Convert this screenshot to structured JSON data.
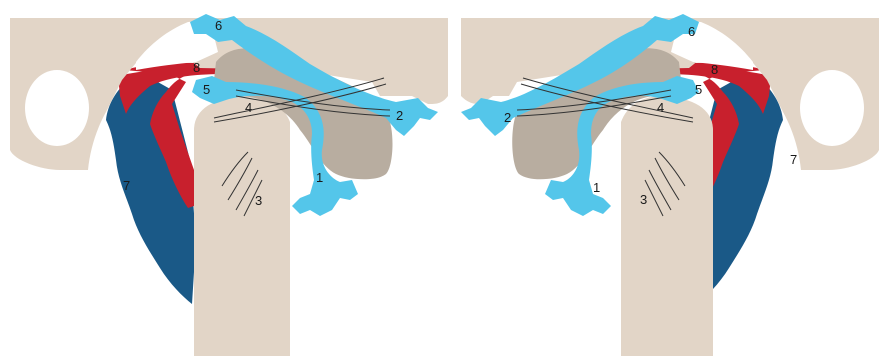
{
  "diagram": {
    "labels": {
      "l1": "1",
      "l2": "2",
      "l3": "3",
      "l4": "4",
      "l5": "5",
      "l6": "6",
      "l7": "7",
      "l8": "8"
    },
    "colors": {
      "background": "#ffffff",
      "bone": "#e2d5c7",
      "cartilage": "#b8ada0",
      "nerve": "#54c6ea",
      "artery_red": "#c8202d",
      "vessel_blue": "#1a5987",
      "label_text": "#1a1a1a",
      "ligament_line": "#333333"
    }
  }
}
